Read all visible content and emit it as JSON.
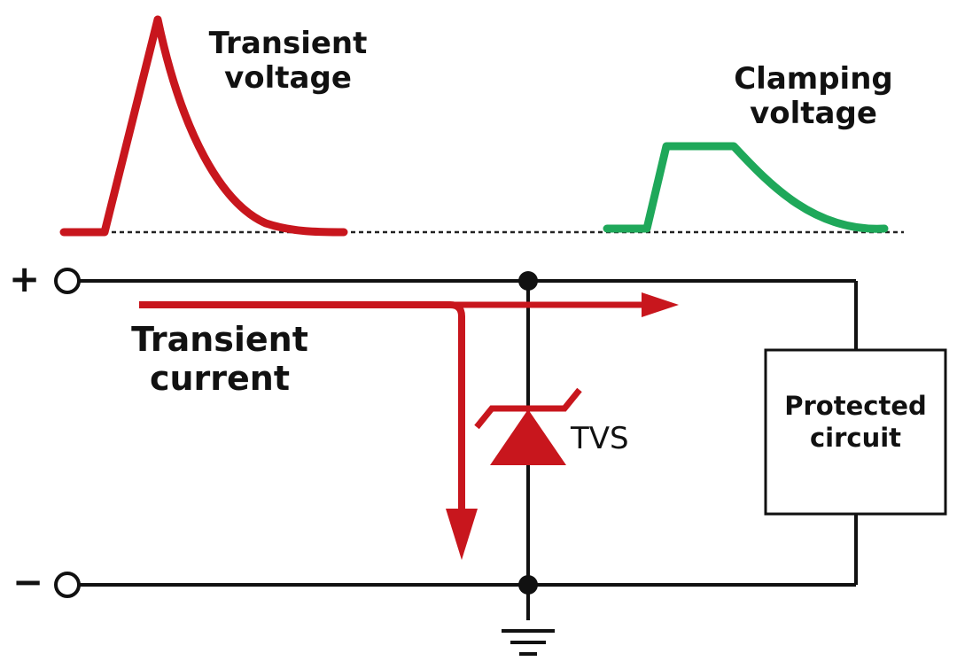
{
  "labels": {
    "transient_voltage": [
      "Transient",
      "voltage"
    ],
    "clamping_voltage": [
      "Clamping",
      "voltage"
    ],
    "transient_current": [
      "Transient",
      "current"
    ],
    "tvs": "TVS",
    "protected_circuit": [
      "Protected",
      "circuit"
    ],
    "plus": "+",
    "minus": "−"
  },
  "colors": {
    "transient": "#c8161d",
    "clamping": "#1fa85a",
    "wire": "#111111"
  }
}
